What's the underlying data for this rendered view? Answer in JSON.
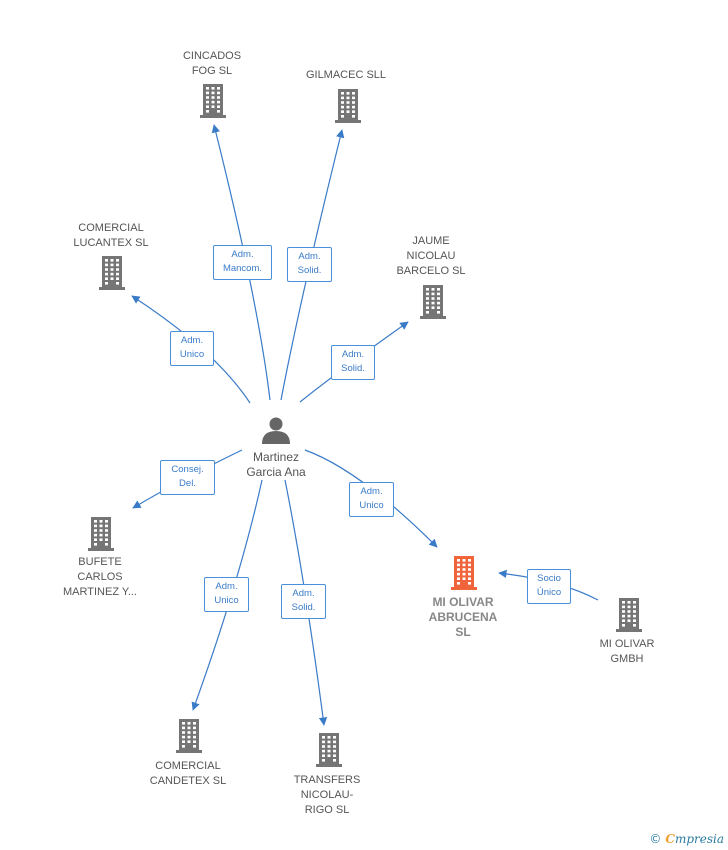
{
  "colors": {
    "edge": "#3a7bc8",
    "building": "#757575",
    "focus_building": "#f0643c",
    "person": "#666666"
  },
  "person": {
    "name_line1": "Martinez",
    "name_line2": "Garcia Ana",
    "icon": "person-icon"
  },
  "companies": [
    {
      "id": "cincados",
      "lines": [
        "CINCADOS",
        "FOG  SL"
      ],
      "icon": "building-icon"
    },
    {
      "id": "gilmacec",
      "lines": [
        "GILMACEC SLL"
      ],
      "icon": "building-icon"
    },
    {
      "id": "comercial_lucantex",
      "lines": [
        "COMERCIAL",
        "LUCANTEX SL"
      ],
      "icon": "building-icon"
    },
    {
      "id": "jaume",
      "lines": [
        "JAUME",
        "NICOLAU",
        "BARCELO SL"
      ],
      "icon": "building-icon"
    },
    {
      "id": "bufete",
      "lines": [
        "BUFETE",
        "CARLOS",
        "MARTINEZ Y..."
      ],
      "icon": "building-icon"
    },
    {
      "id": "mi_olivar_abrucena",
      "lines": [
        "MI OLIVAR",
        "ABRUCENA",
        "SL"
      ],
      "icon": "building-icon",
      "focus": true
    },
    {
      "id": "mi_olivar_gmbh",
      "lines": [
        "MI OLIVAR",
        "GMBH"
      ],
      "icon": "building-icon"
    },
    {
      "id": "comercial_candetex",
      "lines": [
        "COMERCIAL",
        "CANDETEX SL"
      ],
      "icon": "building-icon"
    },
    {
      "id": "transfers",
      "lines": [
        "TRANSFERS",
        "NICOLAU-",
        "RIGO SL"
      ],
      "icon": "building-icon"
    }
  ],
  "edges": [
    {
      "from": "person",
      "to": "cincados",
      "label": [
        "Adm.",
        "Mancom."
      ]
    },
    {
      "from": "person",
      "to": "gilmacec",
      "label": [
        "Adm.",
        "Solid."
      ]
    },
    {
      "from": "person",
      "to": "comercial_lucantex",
      "label": [
        "Adm.",
        "Unico"
      ]
    },
    {
      "from": "person",
      "to": "jaume",
      "label": [
        "Adm.",
        "Solid."
      ]
    },
    {
      "from": "person",
      "to": "bufete",
      "label": [
        "Consej.",
        "Del."
      ]
    },
    {
      "from": "person",
      "to": "mi_olivar_abrucena",
      "label": [
        "Adm.",
        "Unico"
      ]
    },
    {
      "from": "person",
      "to": "comercial_candetex",
      "label": [
        "Adm.",
        "Unico"
      ]
    },
    {
      "from": "person",
      "to": "transfers",
      "label": [
        "Adm.",
        "Solid."
      ]
    },
    {
      "from": "mi_olivar_gmbh",
      "to": "mi_olivar_abrucena",
      "label": [
        "Socio",
        "Único"
      ]
    }
  ],
  "footer": {
    "copyright": "©",
    "brand_first": "C",
    "brand_rest": "mpresia"
  }
}
